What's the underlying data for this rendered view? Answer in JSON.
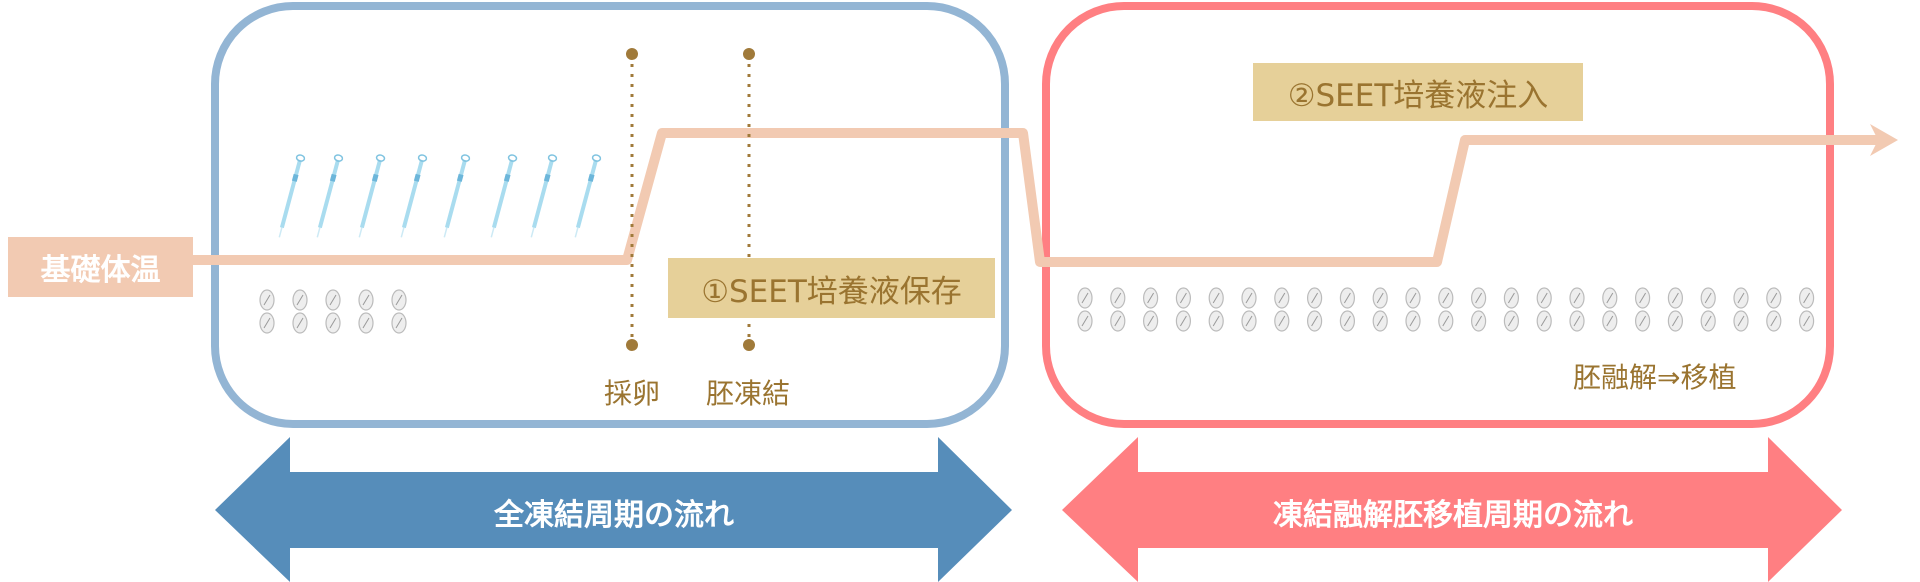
{
  "labels": {
    "basal_temp": "基礎体温",
    "seet_store": "①SEET培養液保存",
    "seet_inject": "②SEET培養液注入",
    "egg_retrieval": "採卵",
    "embryo_freeze": "胚凍結",
    "thaw_transfer": "胚融解⇒移植"
  },
  "flows": {
    "full_freeze": "全凍結周期の流れ",
    "frozen_transfer": "凍結融解胚移植周期の流れ"
  },
  "colors": {
    "blue_box": "#93b5d4",
    "blue_arrow": "#568dba",
    "red": "#ff7f82",
    "temp_line": "#f2cab2",
    "tag_fill": "#e6d099",
    "brown_text": "#9a7430"
  }
}
